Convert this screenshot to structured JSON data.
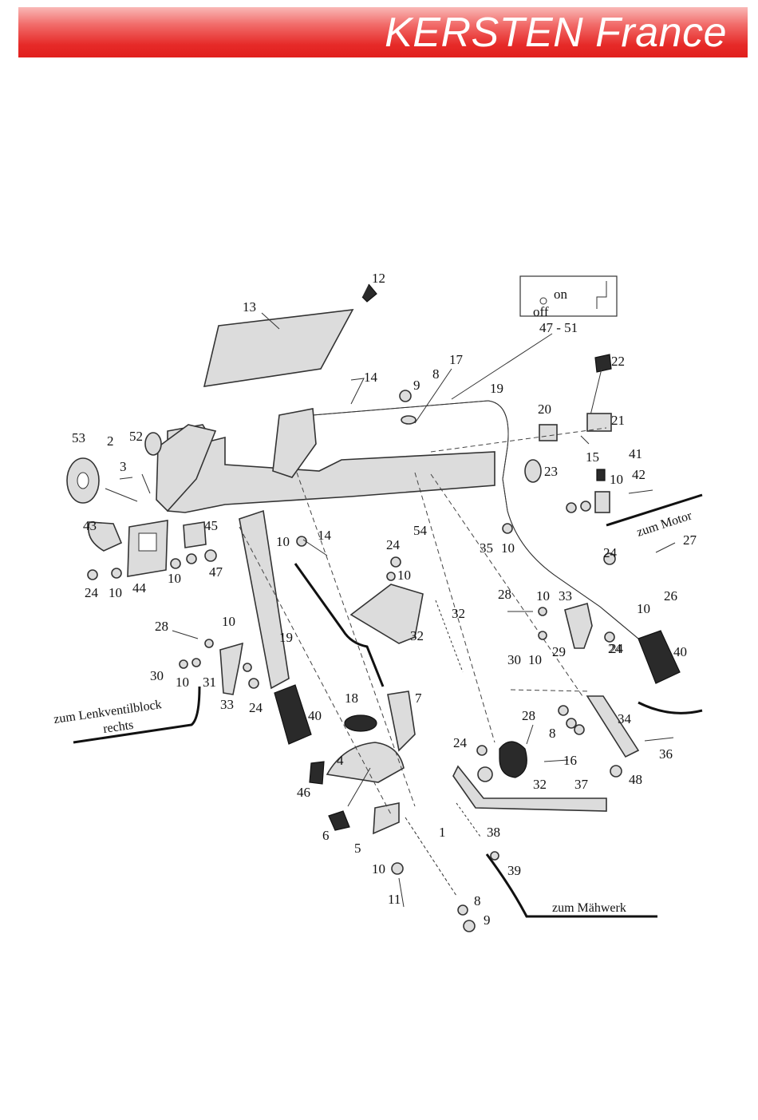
{
  "header": {
    "title": "KERSTEN France",
    "background_color": "#e62a28",
    "text_color": "#ffffff"
  },
  "switch_box": {
    "on_label": "on",
    "off_label": "off",
    "ref_label": "47 - 51"
  },
  "part_labels": [
    "12",
    "13",
    "14",
    "9",
    "8",
    "17",
    "19",
    "22",
    "20",
    "21",
    "15",
    "41",
    "10",
    "42",
    "23",
    "53",
    "2",
    "52",
    "3",
    "43",
    "45",
    "44",
    "24",
    "10",
    "10",
    "47",
    "10",
    "14",
    "54",
    "24",
    "10",
    "24",
    "35",
    "10",
    "28",
    "10",
    "33",
    "10",
    "26",
    "27",
    "24",
    "28",
    "10",
    "19",
    "30",
    "10",
    "31",
    "33",
    "24",
    "40",
    "18",
    "7",
    "32",
    "32",
    "30",
    "10",
    "29",
    "24",
    "40",
    "4",
    "46",
    "6",
    "5",
    "1",
    "10",
    "11",
    "8",
    "9",
    "24",
    "28",
    "16",
    "32",
    "37",
    "38",
    "39",
    "8",
    "34",
    "36",
    "48"
  ],
  "annotations": {
    "motor": "zum Motor",
    "steering_valve_line1": "zum Lenkventilblock",
    "steering_valve_line2": "rechts",
    "mower": "zum Mähwerk"
  }
}
